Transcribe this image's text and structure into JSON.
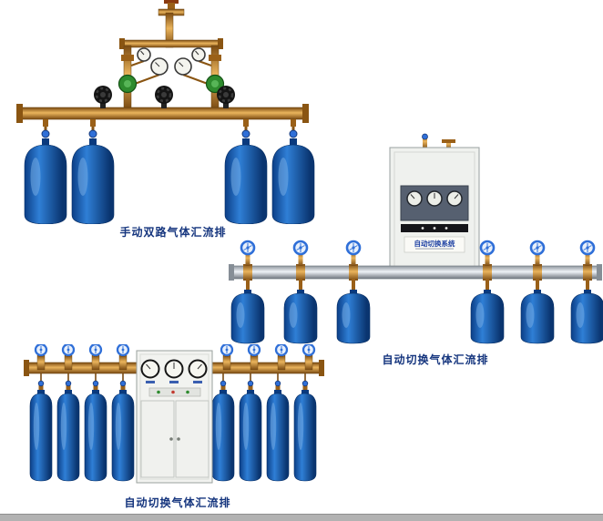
{
  "page": {
    "background_color": "#ffffff",
    "bottom_bar_color": "#b2b2b2"
  },
  "figures": {
    "manual_dual": {
      "caption": "手动双路气体汇流排"
    },
    "auto_switch_right": {
      "caption": "自动切换气体汇流排",
      "cabinet_label": "自动切换系统"
    },
    "auto_switch_bottom": {
      "caption": "自动切换气体汇流排"
    }
  },
  "colors": {
    "caption_text": "#15357e",
    "brass_pipe": "#c98a2e",
    "cylinder_blue": "#1565c8",
    "handwheel_blue": "#2f6fd8",
    "regulator_green": "#2e8b2e",
    "manifold_silver": "#c9ced4",
    "cabinet_body": "#eff1ee"
  }
}
